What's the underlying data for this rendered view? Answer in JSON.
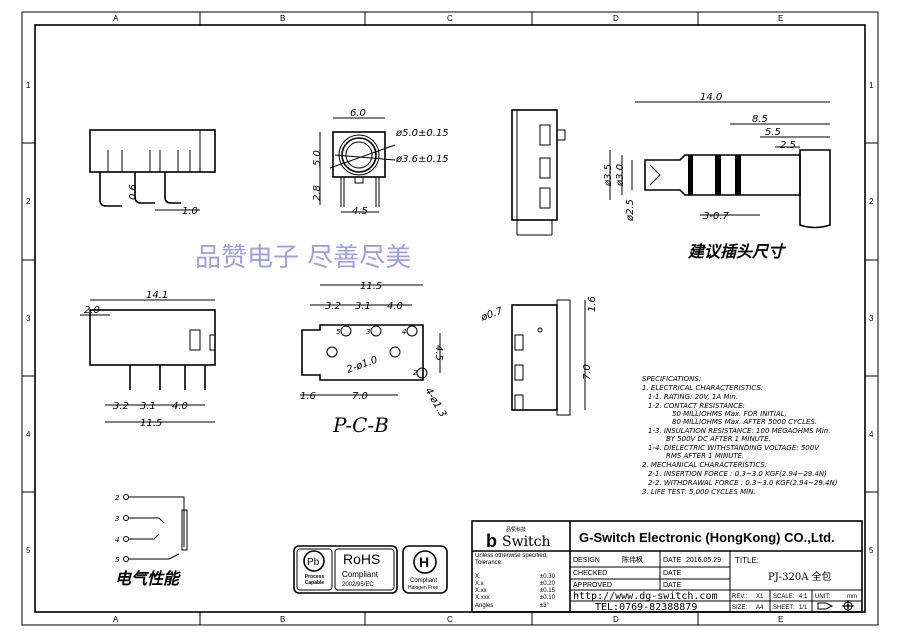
{
  "zones": {
    "columns": [
      "A",
      "B",
      "C",
      "D",
      "E"
    ],
    "rows": [
      "1",
      "2",
      "3",
      "4",
      "5"
    ]
  },
  "watermark": "品赞电子 尽善尽美",
  "side_view": {
    "dims": [
      "0.6",
      "1.0"
    ]
  },
  "front_view": {
    "dims": [
      "6.0",
      "5.0",
      "2.8",
      "4.5",
      "ø5.0±0.15",
      "ø3.6±0.15"
    ]
  },
  "plug_view": {
    "dims": [
      "14.0",
      "8.5",
      "5.5",
      "2.5",
      "ø3.5",
      "ø3.0",
      "ø2.5",
      "3-0.7"
    ],
    "caption": "建议插头尺寸"
  },
  "bottom_view": {
    "dims": [
      "14.1",
      "2.0",
      "3.2",
      "3.1",
      "4.0",
      "11.5"
    ]
  },
  "pcb": {
    "dims": [
      "11.5",
      "3.2",
      "3.1",
      "4.0",
      "4.5",
      "2-ø1.0",
      "1.6",
      "7.0",
      "4-ø1.3"
    ],
    "pin_numbers": [
      "5",
      "3",
      "4",
      "2"
    ],
    "caption": "P-C-B"
  },
  "right_side_view": {
    "dims": [
      "ø0.7",
      "1.6",
      "7.0"
    ]
  },
  "specifications": [
    "SPECIFICATIONS:",
    "1. ELECTRICAL CHARACTERISTICS:",
    "1-1. RATING: 20V, 1A Min.",
    "1-2. CONTACT RESISTANCE:",
    "50 MILLIOHMS Max. FOR INITIAL,",
    "80 MILLIOHMS Max. AFTER 5000 CYCLES.",
    "1-3. INSULATION RESISTANCE: 100 MEGAOHMS Min.",
    "BY 500V DC AFTER 1 MINUTE.",
    "1-4. DIELECTRIC WITHSTANDING VOLTAGE: 500V",
    "RMS AFTER 1 MINUTE.",
    "2. MECHANICAL CHARACTERISTICS:",
    "2-1. INSERTION FORCE : 0.3~3.0 KGF(2.94~29.4N)",
    "2-2. WITHDRAWAL FORCE : 0.3~3.0 KGF(2.94~29.4N)",
    "3. LIFE TEST: 5,000 CYCLES MIN."
  ],
  "schematic": {
    "pins": [
      "2",
      "3",
      "4",
      "5"
    ],
    "caption": "电气性能"
  },
  "badges": {
    "pb": "Process Capable",
    "rohs": "RoHS",
    "rohs_sub": "Compliant",
    "rohs_dir": "2002/95/EC",
    "hf": "Compliant",
    "hf_sub": "Halogen Free"
  },
  "title_block": {
    "logo": "Switch",
    "logo_cn": "品赞科技",
    "company": "G-Switch Electronic (HongKong) CO.,Ltd.",
    "tolerance_title": "Unless otherwise specified, Tolerance:",
    "tolerances": [
      [
        "X.",
        "±0.30"
      ],
      [
        "X.x",
        "±0.20"
      ],
      [
        "X.xx",
        "±0.15"
      ],
      [
        "X.xxx",
        "±0.10"
      ],
      [
        "Angles",
        "±3°"
      ]
    ],
    "design_label": "DESIGN",
    "designer": "陈伟枫",
    "date_label": "DATE",
    "design_date": "2016.05.29",
    "checked_label": "CHECKED",
    "approved_label": "APPROVED",
    "url": "http://www.dg-switch.com",
    "tel": "TEL:0769-82388879",
    "title_label": "TITLE:",
    "title": "PJ-320A 全包",
    "rev_label": "REV.:",
    "rev": "X1",
    "scale_label": "SCALE:",
    "scale": "4:1",
    "unit_label": "UNIT:",
    "unit": "mm",
    "size_label": "SIZE:",
    "size": "A4",
    "sheet_label": "SHEET:",
    "sheet": "1/1"
  }
}
